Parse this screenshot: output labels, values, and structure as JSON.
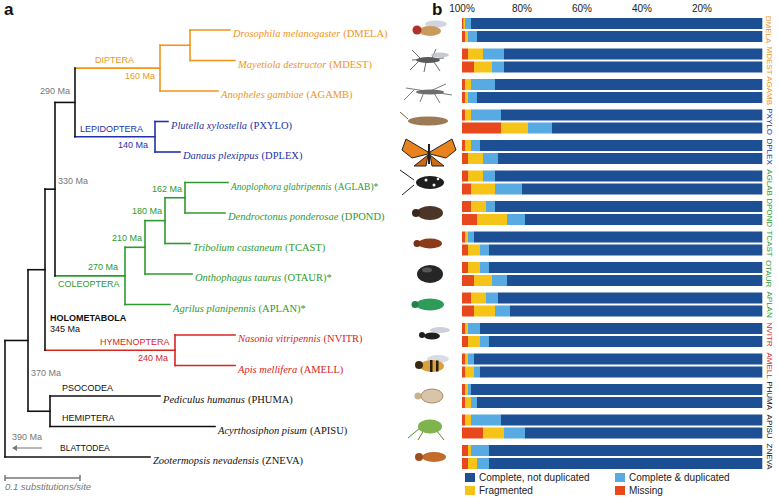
{
  "diagram": {
    "labels": [
      "a",
      "b",
      "100%",
      "80%",
      "60%",
      "40%",
      "20%",
      "Drosophila melanogaster",
      "(DMELA)",
      "DIPTERA",
      "Mayetiola destructor",
      "(MDEST)",
      "160 Ma",
      "Anopheles gambiae",
      "(AGAMB)",
      "290 Ma",
      "Plutella xylostella",
      "(PXYLO)",
      "LEPIDOPTERA",
      "140 Ma",
      "Danaus plexippus",
      "(DPLEX)",
      "330 Ma",
      "162 Ma",
      "Anoplophora glabripennis",
      "(AGLAB)*",
      "180 Ma",
      "Dendroctonus ponderosae",
      "(DPOND)",
      "210 Ma",
      "Tribolium castaneum",
      "(TCAST)",
      "270 Ma",
      "COLEOPTERA",
      "Onthophagus taurus",
      "(OTAUR)*",
      "HOLOMETABOLA",
      "345 Ma",
      "Agrilus planipennis",
      "(APLAN)*",
      "HYMENOPTERA",
      "240 Ma",
      "Nasonia vitripennis",
      "(NVITR)",
      "370 Ma",
      "Apis mellifera",
      "(AMELL)",
      "PSOCODEA",
      "Pediculus humanus",
      "(PHUMA)",
      "390 Ma",
      "HEMIPTERA",
      "Acyrthosiphon pisum",
      "(APISU)",
      "BLATTODEA",
      "Zootermopsis nevadensis",
      "(ZNEVA)",
      "0.1 substitutions/site",
      "DMELA",
      "MDEST",
      "AGAMB",
      "PXYLO",
      "DPLEX",
      "AGLAB",
      "DPOND",
      "TCAST",
      "OTAUR",
      "APLAN",
      "NVITR",
      "AMELL",
      "PHUMA",
      "APISU",
      "ZNEVA"
    ],
    "legend": [
      {
        "text": "Complete, not duplicated",
        "color": "#1c4f94"
      },
      {
        "text": "Complete & duplicated",
        "color": "#58aae2"
      },
      {
        "text": "Fragmented",
        "color": "#f6c419"
      },
      {
        "text": "Missing",
        "color": "#e8491c"
      }
    ]
  }
}
